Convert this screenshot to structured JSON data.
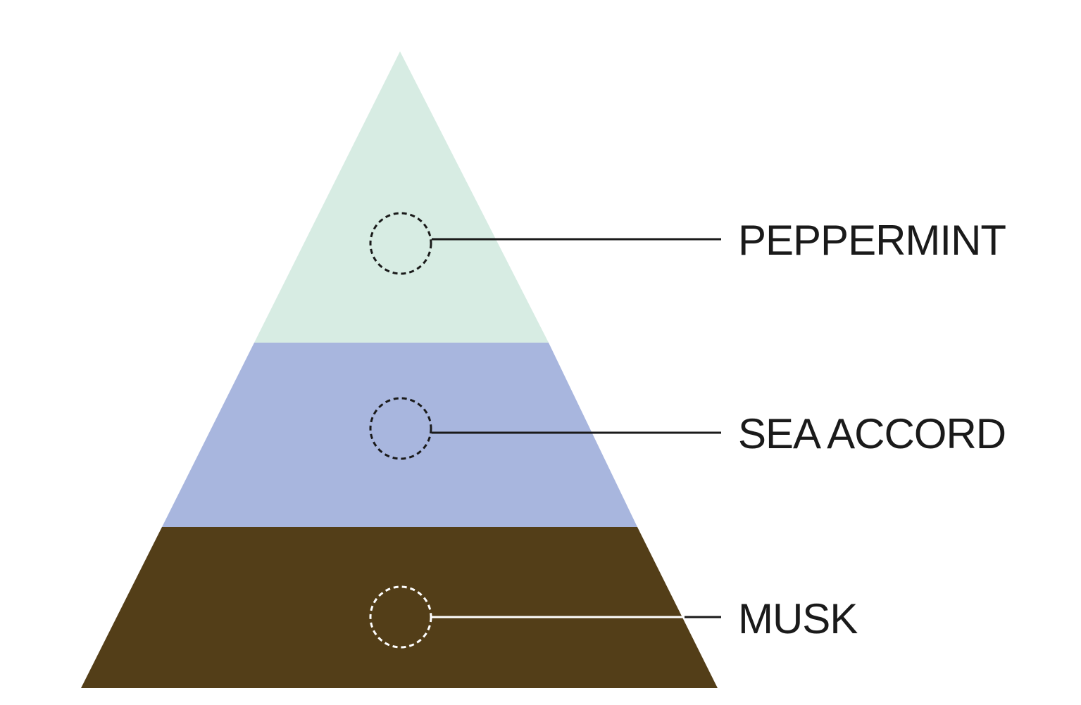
{
  "diagram": {
    "colors": {
      "background": "#ffffff",
      "leader_dark": "#1a1a1a",
      "leader_light": "#ffffff"
    },
    "tiers": [
      {
        "label": "PEPPERMINT",
        "fill": "#d7ece3",
        "marker_color": "#1a1a1a"
      },
      {
        "label": "SEA ACCORD",
        "fill": "#a8b6de",
        "marker_color": "#1a1a1a"
      },
      {
        "label": "MUSK",
        "fill": "#533e18",
        "marker_color": "#ffffff"
      }
    ]
  }
}
